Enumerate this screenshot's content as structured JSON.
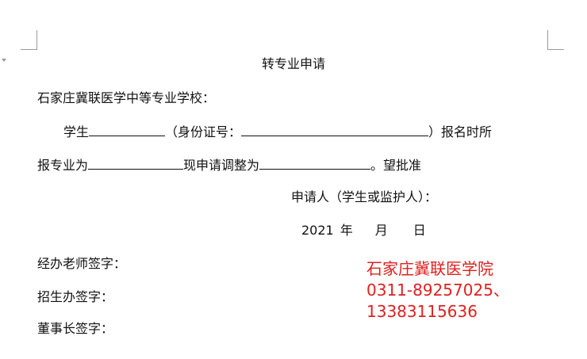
{
  "document": {
    "title": "转专业申请",
    "salutation": "石家庄冀联医学中等专业学校：",
    "para1": {
      "student_label": "学生",
      "id_open": "（身份证号：",
      "id_close": "）报名时所"
    },
    "para2": {
      "major_label": "报专业为",
      "adjust_label": "现申请调整为",
      "closing": "。望批准"
    },
    "applicant_label": "申请人（学生或监护人）：",
    "date": {
      "year": "2021",
      "year_label": "年",
      "month_label": "月",
      "day_label": "日"
    },
    "signatures": {
      "teacher": "经办老师签字：",
      "admissions": "招生办签字：",
      "chairman": "董事长签字："
    }
  },
  "stamp": {
    "color": "#e02020",
    "line1": "石家庄冀联医学院",
    "line2": "0311-89257025、",
    "line3": "13383115636"
  }
}
